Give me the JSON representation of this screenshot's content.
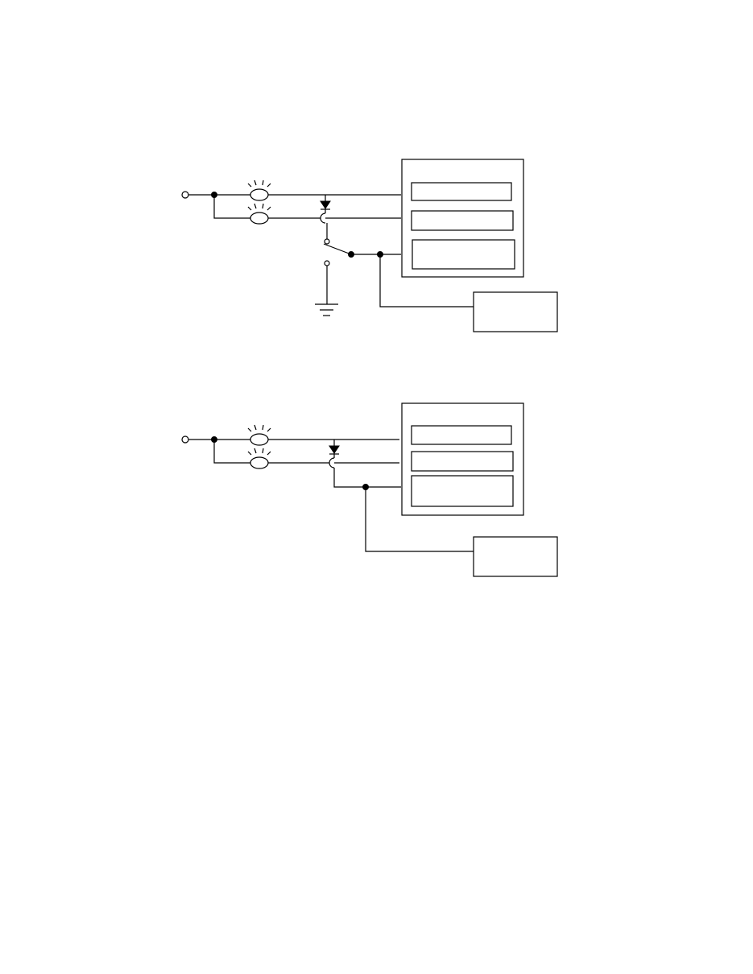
{
  "diagrams": [
    {
      "id": "circuit-with-switch",
      "components": [
        "input-terminal-icon",
        "lamp-icon",
        "lamp-icon",
        "diode-icon",
        "wire-crossover-icon",
        "switch-icon",
        "ground-icon",
        "controller-box",
        "external-box"
      ]
    },
    {
      "id": "circuit-without-switch",
      "components": [
        "input-terminal-icon",
        "lamp-icon",
        "lamp-icon",
        "diode-icon",
        "wire-crossover-icon",
        "controller-box",
        "external-box"
      ]
    }
  ],
  "colors": {
    "line": "#000000",
    "background": "#ffffff"
  }
}
